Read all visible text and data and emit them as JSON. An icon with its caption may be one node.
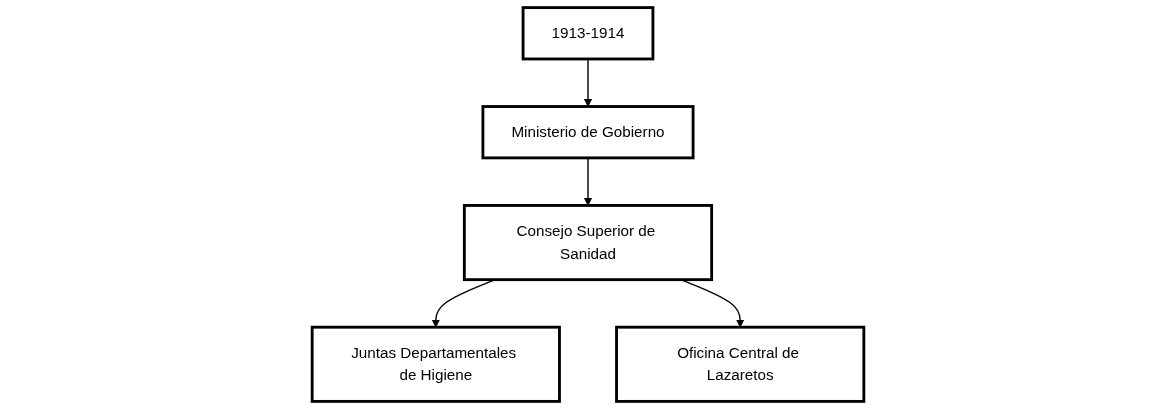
{
  "diagram": {
    "nodes": [
      {
        "text": [
          "1913-1914"
        ]
      },
      {
        "text": [
          "Ministerio de Gobierno"
        ]
      },
      {
        "text": [
          "Consejo Superior de Sanidad"
        ]
      },
      {
        "text": [
          "Juntas Departamentales de Higiene"
        ]
      },
      {
        "text": [
          "Oficina Central de Lazaretos"
        ]
      }
    ],
    "edges": [
      {
        "from": 0,
        "to": 1,
        "arrow": "to"
      },
      {
        "from": 1,
        "to": 2,
        "arrow": "to"
      },
      {
        "from": 2,
        "to": 3,
        "arrow": "to"
      },
      {
        "from": 2,
        "to": 4,
        "arrow": "to"
      }
    ]
  }
}
